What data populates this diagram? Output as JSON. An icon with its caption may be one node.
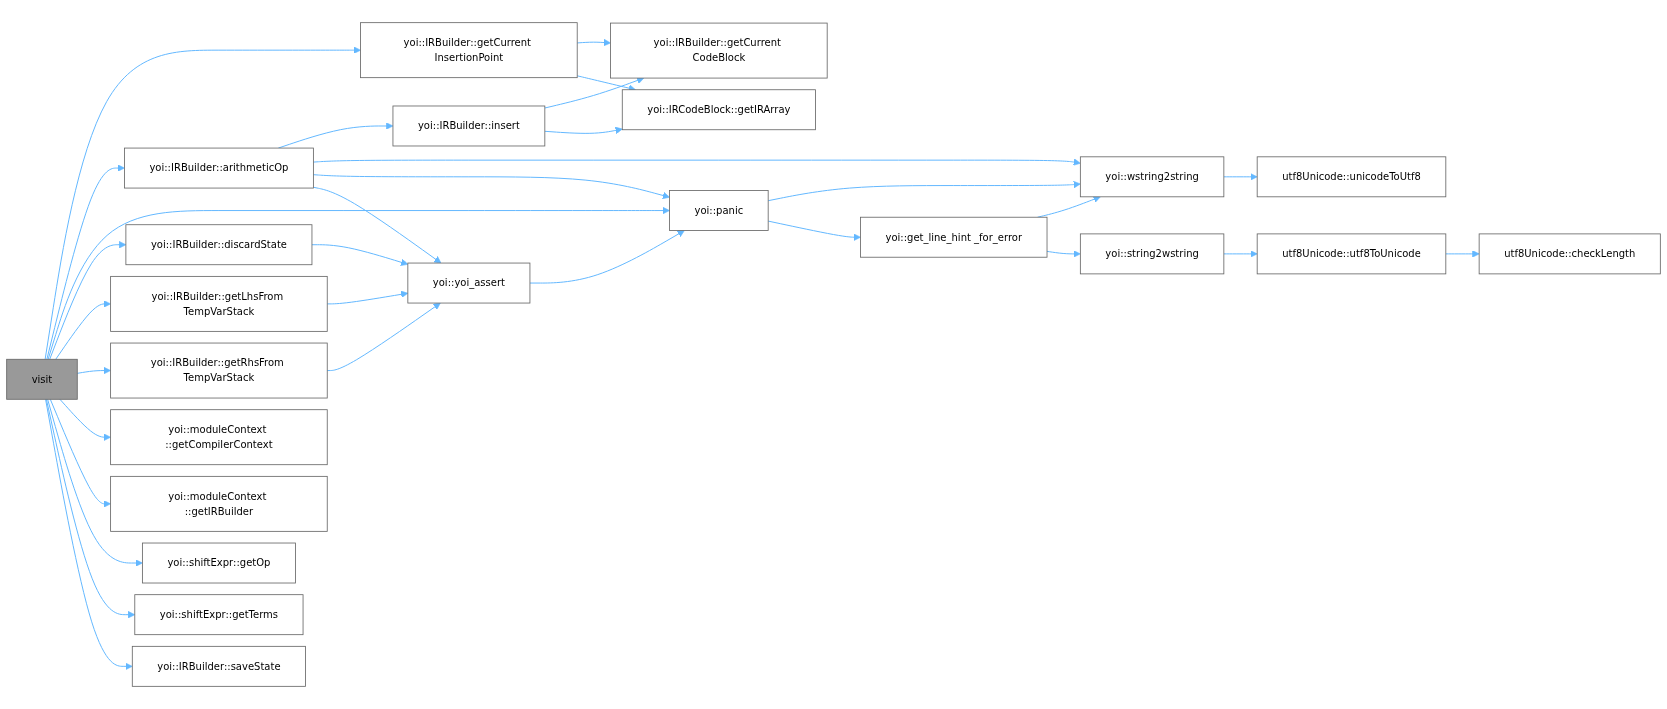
{
  "diagram": {
    "nodes": [
      {
        "text": [
          "visit"
        ]
      },
      {
        "text": [
          "yoi::IRBuilder::getCurrent InsertionPoint"
        ]
      },
      {
        "text": [
          "yoi::IRBuilder::insert"
        ]
      },
      {
        "text": [
          "yoi::IRBuilder::arithmeticOp"
        ]
      },
      {
        "text": [
          "yoi::IRBuilder::discardState"
        ]
      },
      {
        "text": [
          "yoi::IRBuilder::getLhsFrom TempVarStack"
        ]
      },
      {
        "text": [
          "yoi::IRBuilder::getRhsFrom TempVarStack"
        ]
      },
      {
        "text": [
          "yoi::moduleContext ::getCompilerContext"
        ]
      },
      {
        "text": [
          "yoi::moduleContext ::getIRBuilder"
        ]
      },
      {
        "text": [
          "yoi::shiftExpr::getOp"
        ]
      },
      {
        "text": [
          "yoi::shiftExpr::getTerms"
        ]
      },
      {
        "text": [
          "yoi::IRBuilder::saveState"
        ]
      },
      {
        "text": [
          "yoi::IRBuilder::getCurrent CodeBlock"
        ]
      },
      {
        "text": [
          "yoi::IRCodeBlock::getIRArray"
        ]
      },
      {
        "text": [
          "yoi::wstring2string"
        ]
      },
      {
        "text": [
          "yoi::panic"
        ]
      },
      {
        "text": [
          "yoi::yoi_assert"
        ]
      },
      {
        "text": [
          "yoi::get_line_hint _for_error"
        ]
      },
      {
        "text": [
          "utf8Unicode::unicodeToUtf8"
        ]
      },
      {
        "text": [
          "yoi::string2wstring"
        ]
      },
      {
        "text": [
          "utf8Unicode::utf8ToUnicode"
        ]
      },
      {
        "text": [
          "utf8Unicode::checkLength"
        ]
      }
    ],
    "edges": [
      {
        "from": 0,
        "to": 1,
        "arrow": "to"
      },
      {
        "from": 0,
        "to": 3,
        "arrow": "to"
      },
      {
        "from": 0,
        "to": 15,
        "arrow": "to"
      },
      {
        "from": 0,
        "to": 4,
        "arrow": "to"
      },
      {
        "from": 0,
        "to": 5,
        "arrow": "to"
      },
      {
        "from": 0,
        "to": 6,
        "arrow": "to"
      },
      {
        "from": 0,
        "to": 7,
        "arrow": "to"
      },
      {
        "from": 0,
        "to": 8,
        "arrow": "to"
      },
      {
        "from": 0,
        "to": 9,
        "arrow": "to"
      },
      {
        "from": 0,
        "to": 10,
        "arrow": "to"
      },
      {
        "from": 0,
        "to": 11,
        "arrow": "to"
      },
      {
        "from": 1,
        "to": 12,
        "arrow": "to"
      },
      {
        "from": 1,
        "to": 13,
        "arrow": "to"
      },
      {
        "from": 2,
        "to": 12,
        "arrow": "to"
      },
      {
        "from": 2,
        "to": 13,
        "arrow": "to"
      },
      {
        "from": 3,
        "to": 2,
        "arrow": "to"
      },
      {
        "from": 3,
        "to": 14,
        "arrow": "to"
      },
      {
        "from": 3,
        "to": 15,
        "arrow": "to"
      },
      {
        "from": 3,
        "to": 16,
        "arrow": "to"
      },
      {
        "from": 4,
        "to": 16,
        "arrow": "to"
      },
      {
        "from": 5,
        "to": 16,
        "arrow": "to"
      },
      {
        "from": 6,
        "to": 16,
        "arrow": "to"
      },
      {
        "from": 16,
        "to": 15,
        "arrow": "to"
      },
      {
        "from": 15,
        "to": 14,
        "arrow": "to"
      },
      {
        "from": 15,
        "to": 17,
        "arrow": "to"
      },
      {
        "from": 17,
        "to": 14,
        "arrow": "to"
      },
      {
        "from": 17,
        "to": 19,
        "arrow": "to"
      },
      {
        "from": 14,
        "to": 18,
        "arrow": "to"
      },
      {
        "from": 19,
        "to": 20,
        "arrow": "to"
      },
      {
        "from": 20,
        "to": 21,
        "arrow": "to"
      }
    ]
  }
}
